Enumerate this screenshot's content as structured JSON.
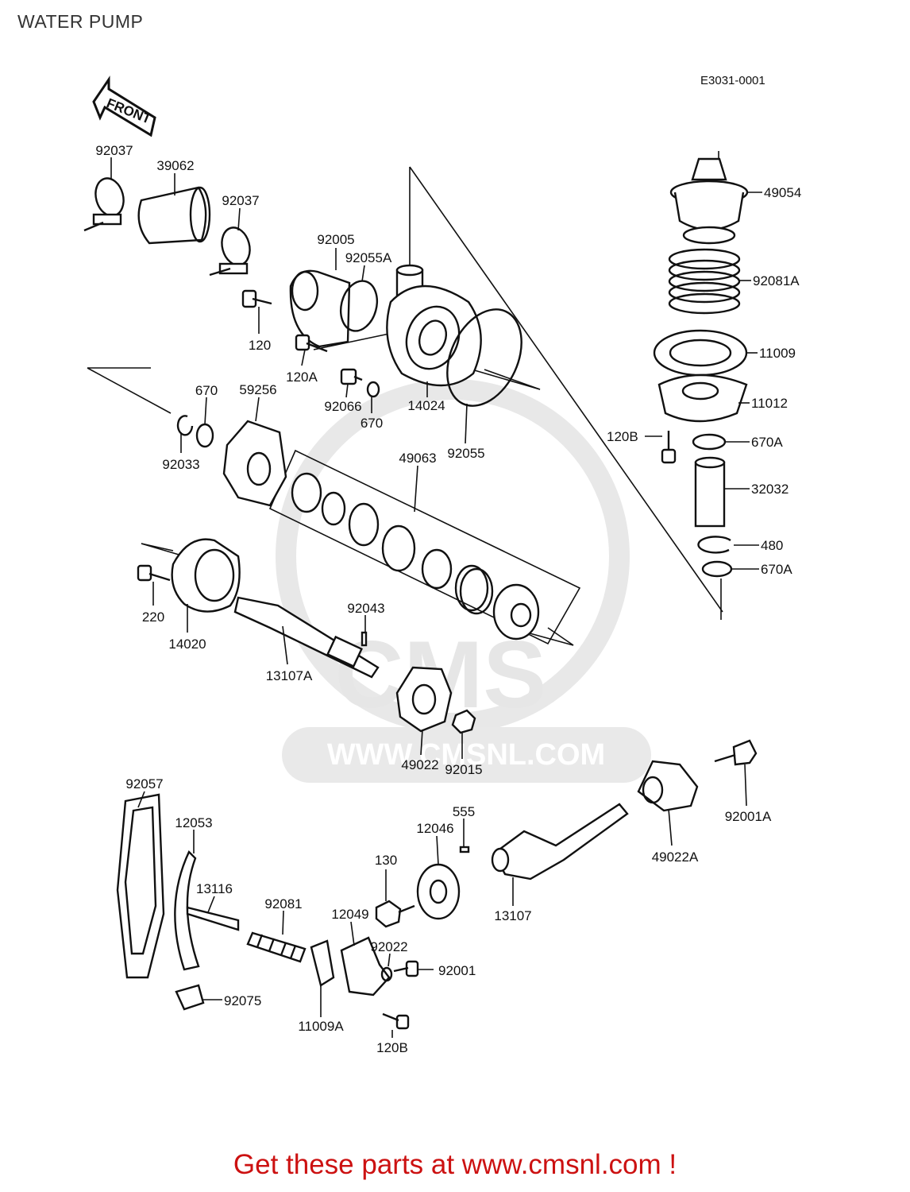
{
  "header": {
    "title": "WATER PUMP",
    "diagram_code": "E3031-0001"
  },
  "front_arrow": {
    "label": "FRONT"
  },
  "watermark": {
    "logo_text": "CMS",
    "url_text": "WWW.CMSNL.COM",
    "color": "#e4e4e4"
  },
  "parts": {
    "p92037_left": "92037",
    "p39062": "39062",
    "p92037_right": "92037",
    "p92005": "92005",
    "p92055A": "92055A",
    "p120": "120",
    "p120A": "120A",
    "p92066": "92066",
    "p670_mid": "670",
    "p14024": "14024",
    "p92055": "92055",
    "p49054": "49054",
    "p92081A": "92081A",
    "p11009": "11009",
    "p11012": "11012",
    "p120B_top": "120B",
    "p670A_top": "670A",
    "p32032": "32032",
    "p480": "480",
    "p670A_bottom": "670A",
    "p670_left": "670",
    "p59256": "59256",
    "p92033": "92033",
    "p49063": "49063",
    "p220": "220",
    "p14020": "14020",
    "p92043": "92043",
    "p13107A": "13107A",
    "p49022": "49022",
    "p92015": "92015",
    "p92057": "92057",
    "p12053": "12053",
    "p13116": "13116",
    "p92081": "92081",
    "p12049": "12049",
    "p92022": "92022",
    "p92001": "92001",
    "p92075": "92075",
    "p11009A": "11009A",
    "p120B_bottom": "120B",
    "p130": "130",
    "p12046": "12046",
    "p555": "555",
    "p13107": "13107",
    "p49022A": "49022A",
    "p92001A": "92001A"
  },
  "footer": {
    "banner": "Get these parts at www.cmsnl.com !",
    "color": "#cc1111"
  }
}
